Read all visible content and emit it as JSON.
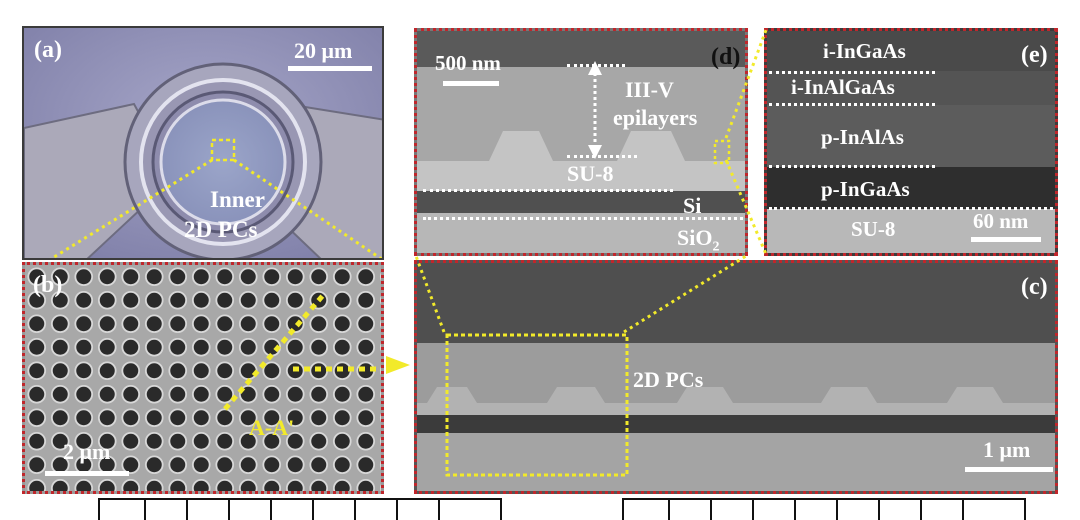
{
  "panel_a": {
    "label": "(a)",
    "scale": "20 μm",
    "annotation_line1": "Inner",
    "annotation_line2": "2D PCs"
  },
  "panel_b": {
    "label": "(b)",
    "scale": "2 μm",
    "cut_label": "A-A'"
  },
  "panel_c": {
    "label": "(c)",
    "scale": "1 μm",
    "annotation": "2D PCs"
  },
  "panel_d": {
    "label": "(d)",
    "scale": "500 nm",
    "epi_line1": "III-V",
    "epi_line2": "epilayers",
    "su8": "SU-8",
    "si": "Si",
    "sio2_base": "SiO",
    "sio2_sub": "2"
  },
  "panel_e": {
    "label": "(e)",
    "scale": "60 nm",
    "layers": [
      "i-InGaAs",
      "i-InAlGaAs",
      "p-InAlAs",
      "p-InGaAs",
      "SU-8"
    ]
  },
  "colors": {
    "frame_red": "#c0262b",
    "callout_yellow": "#f2ea2a"
  }
}
